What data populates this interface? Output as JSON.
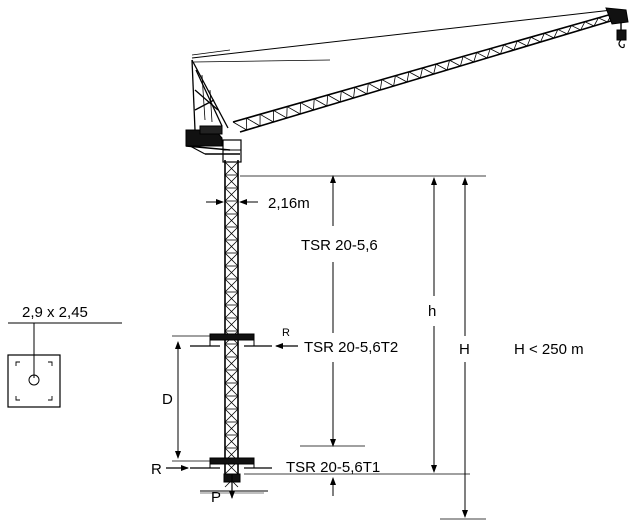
{
  "labels": {
    "mast_width": "2,16m",
    "section_upper": "TSR 20-5,6",
    "section_tie2": "TSR 20-5,6T2",
    "section_tie1": "TSR 20-5,6T1",
    "tie_distance": "D",
    "reaction_right": "R",
    "reaction_left": "R",
    "vertical_load": "P",
    "height_hook": "h",
    "height_total": "H",
    "height_limit": "H < 250 m",
    "base_size": "2,9 x 2,45"
  },
  "colors": {
    "line": "#000000",
    "background": "#ffffff"
  },
  "icons": [
    "luffing-jib-icon",
    "counterjib-icon",
    "hook-icon",
    "foundation-plan-icon"
  ]
}
